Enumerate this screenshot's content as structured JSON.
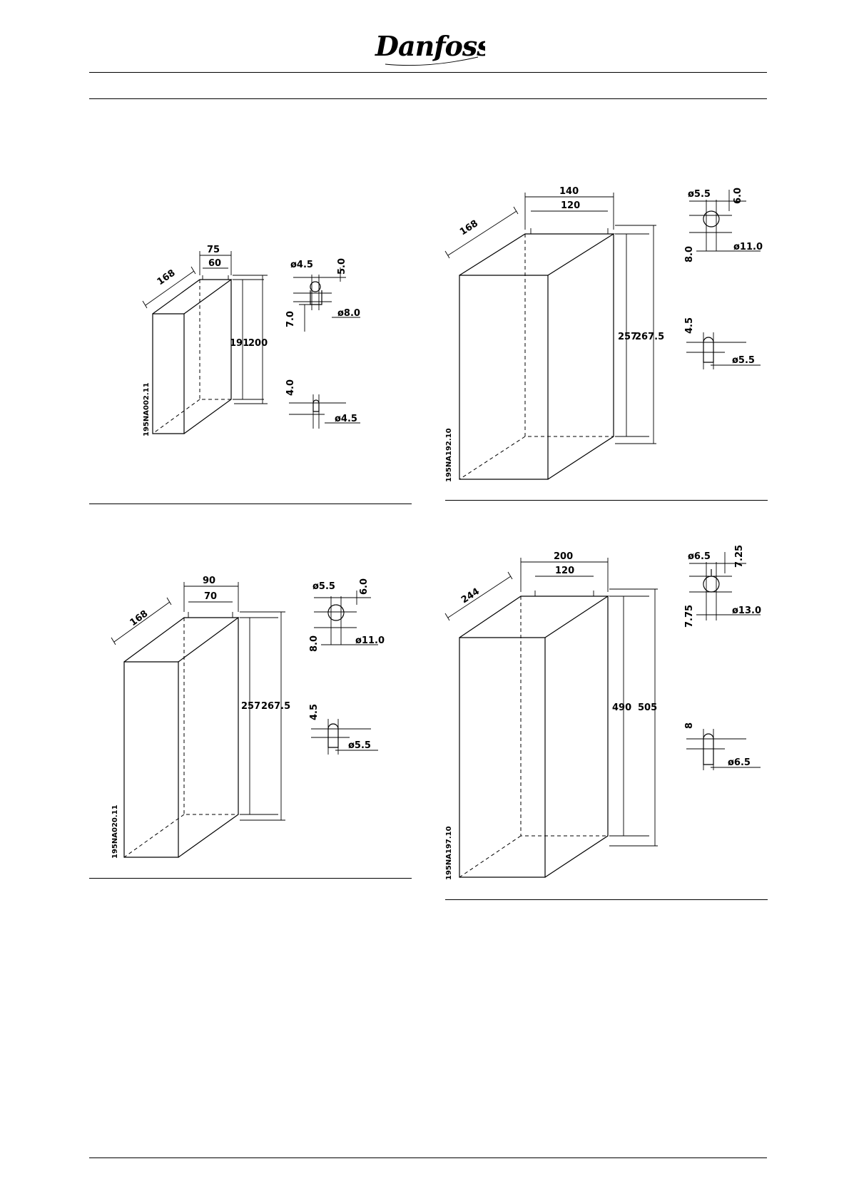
{
  "brand": {
    "logo_text": "Danfoss"
  },
  "figures": [
    {
      "id": "195NA002.11",
      "depth": "168",
      "outer_width": "75",
      "inner_width": "60",
      "inner_height": "191",
      "outer_height": "200",
      "slot_top": {
        "hole_dia": "ø4.5",
        "top_offset": "5.0",
        "slot_len": "7.0",
        "head_dia": "ø8.0"
      },
      "slot_bottom": {
        "offset": "4.0",
        "dia": "ø4.5"
      }
    },
    {
      "id": "195NA020.11",
      "depth": "168",
      "outer_width": "90",
      "inner_width": "70",
      "inner_height": "257",
      "outer_height": "267.5",
      "slot_top": {
        "hole_dia": "ø5.5",
        "top_offset": "6.0",
        "slot_len": "8.0",
        "head_dia": "ø11.0"
      },
      "slot_bottom": {
        "offset": "4.5",
        "dia": "ø5.5"
      }
    },
    {
      "id": "195NA192.10",
      "depth": "168",
      "outer_width": "140",
      "inner_width": "120",
      "inner_height": "257",
      "outer_height": "267.5",
      "slot_top": {
        "hole_dia": "ø5.5",
        "top_offset": "6.0",
        "slot_len": "8.0",
        "head_dia": "ø11.0"
      },
      "slot_bottom": {
        "offset": "4.5",
        "dia": "ø5.5"
      }
    },
    {
      "id": "195NA197.10",
      "depth": "244",
      "outer_width": "200",
      "inner_width": "120",
      "inner_height": "490",
      "outer_height": "505",
      "slot_top": {
        "hole_dia": "ø6.5",
        "top_offset": "7.25",
        "slot_len": "7.75",
        "head_dia": "ø13.0"
      },
      "slot_bottom": {
        "offset": "8",
        "dia": "ø6.5"
      }
    }
  ]
}
